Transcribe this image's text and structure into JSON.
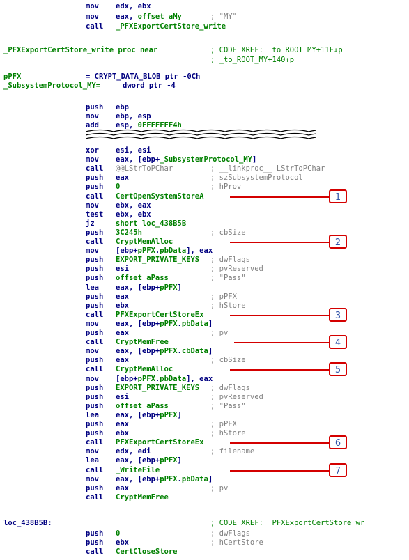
{
  "header": [
    {
      "m": "mov",
      "o": "edx, ebx"
    },
    {
      "m": "mov",
      "o": "eax, offset aMy",
      "c": "; \"MY\""
    },
    {
      "m": "call",
      "o": "_PFXExportCertStore_write"
    }
  ],
  "proc": {
    "name": "_PFXExportCertStore_write proc near",
    "xref1": "; CODE XREF: _to_ROOT_MY+11F↓p",
    "xref2": "; _to_ROOT_MY+140↑p"
  },
  "vars": [
    {
      "name": "pPFX",
      "def": "= CRYPT_DATA_BLOB ptr -0Ch"
    },
    {
      "name": "_SubsystemProtocol_MY=",
      "def": "dword ptr -4"
    }
  ],
  "prologue": [
    {
      "m": "push",
      "o": "ebp"
    },
    {
      "m": "mov",
      "o": "ebp, esp"
    },
    {
      "m": "add",
      "o": "esp, 0FFFFFFF4h"
    }
  ],
  "body": [
    {
      "m": "xor",
      "o": "esi, esi"
    },
    {
      "m": "mov",
      "o": "eax, [ebp+_SubsystemProtocol_MY]"
    },
    {
      "m": "call",
      "o": "@@LStrToPChar",
      "c": "; __linkproc__ LStrToPChar"
    },
    {
      "m": "push",
      "o": "eax",
      "c": "; szSubsystemProtocol"
    },
    {
      "m": "push",
      "o": "0",
      "c": "; hProv"
    },
    {
      "m": "call",
      "o": "CertOpenSystemStoreA"
    },
    {
      "m": "mov",
      "o": "ebx, eax"
    },
    {
      "m": "test",
      "o": "ebx, ebx"
    },
    {
      "m": "jz",
      "o": "short loc_438B5B"
    },
    {
      "m": "push",
      "o": "3C245h",
      "c": "; cbSize"
    },
    {
      "m": "call",
      "o": "CryptMemAlloc"
    },
    {
      "m": "mov",
      "o": "[ebp+pPFX.pbData], eax"
    },
    {
      "m": "push",
      "o": "EXPORT_PRIVATE_KEYS",
      "c": "; dwFlags"
    },
    {
      "m": "push",
      "o": "esi",
      "c": "; pvReserved"
    },
    {
      "m": "push",
      "o": "offset aPass",
      "c": "; \"Pass\""
    },
    {
      "m": "lea",
      "o": "eax, [ebp+pPFX]"
    },
    {
      "m": "push",
      "o": "eax",
      "c": "; pPFX"
    },
    {
      "m": "push",
      "o": "ebx",
      "c": "; hStore"
    },
    {
      "m": "call",
      "o": "PFXExportCertStoreEx"
    },
    {
      "m": "mov",
      "o": "eax, [ebp+pPFX.pbData]"
    },
    {
      "m": "push",
      "o": "eax",
      "c": "; pv"
    },
    {
      "m": "call",
      "o": "CryptMemFree"
    },
    {
      "m": "mov",
      "o": "eax, [ebp+pPFX.cbData]"
    },
    {
      "m": "push",
      "o": "eax",
      "c": "; cbSize"
    },
    {
      "m": "call",
      "o": "CryptMemAlloc"
    },
    {
      "m": "mov",
      "o": "[ebp+pPFX.pbData], eax"
    },
    {
      "m": "push",
      "o": "EXPORT_PRIVATE_KEYS",
      "c": "; dwFlags"
    },
    {
      "m": "push",
      "o": "esi",
      "c": "; pvReserved"
    },
    {
      "m": "push",
      "o": "offset aPass",
      "c": "; \"Pass\""
    },
    {
      "m": "lea",
      "o": "eax, [ebp+pPFX]"
    },
    {
      "m": "push",
      "o": "eax",
      "c": "; pPFX"
    },
    {
      "m": "push",
      "o": "ebx",
      "c": "; hStore"
    },
    {
      "m": "call",
      "o": "PFXExportCertStoreEx"
    },
    {
      "m": "mov",
      "o": "edx, edi",
      "c": "; filename"
    },
    {
      "m": "lea",
      "o": "eax, [ebp+pPFX]"
    },
    {
      "m": "call",
      "o": "_WriteFile"
    },
    {
      "m": "mov",
      "o": "eax, [ebp+pPFX.pbData]"
    },
    {
      "m": "push",
      "o": "eax",
      "c": "; pv"
    },
    {
      "m": "call",
      "o": "CryptMemFree"
    }
  ],
  "loc": {
    "label": "loc_438B5B:",
    "m": "push",
    "o": "0",
    "c": "; CODE XREF: _PFXExportCertStore_wr"
  },
  "tail": [
    {
      "m": "push",
      "o": "0",
      "c": "; dwFlags"
    },
    {
      "m": "push",
      "o": "ebx",
      "c": "; hCertStore"
    },
    {
      "m": "call",
      "o": "CertCloseStore"
    }
  ],
  "markers": [
    "1",
    "2",
    "3",
    "4",
    "5",
    "6",
    "7"
  ],
  "colors": {
    "mnemonic": "#000080",
    "comment": "#808080",
    "symbol": "#008000",
    "marker_border": "#d40000",
    "marker_text": "#3355aa"
  }
}
